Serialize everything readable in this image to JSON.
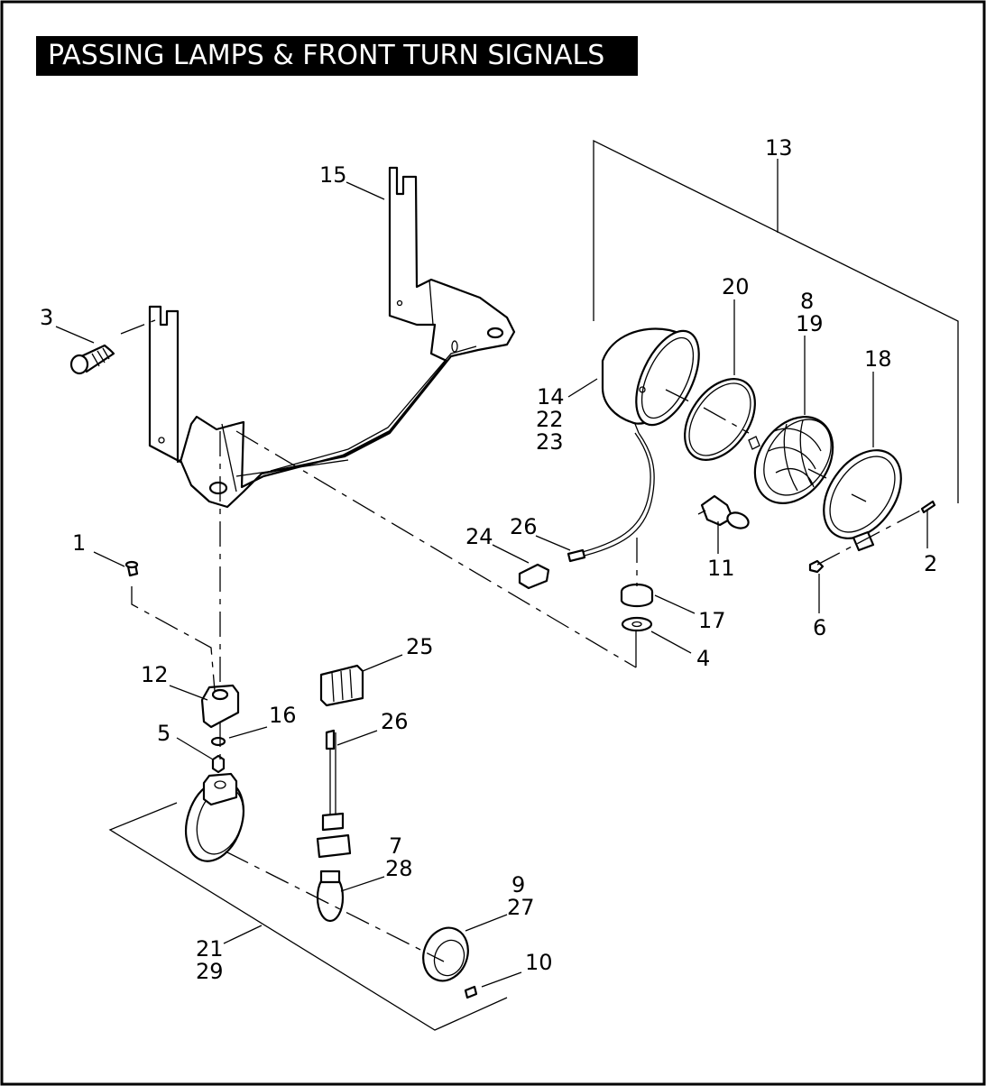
{
  "title": "PASSING LAMPS & FRONT TURN SIGNALS",
  "callouts": {
    "c1": "1",
    "c2": "2",
    "c3": "3",
    "c4": "4",
    "c5": "5",
    "c6": "6",
    "c7": "7",
    "c28": "28",
    "c8": "8",
    "c19": "19",
    "c9": "9",
    "c27": "27",
    "c10": "10",
    "c11": "11",
    "c12": "12",
    "c13": "13",
    "c14": "14",
    "c22": "22",
    "c23": "23",
    "c15": "15",
    "c16": "16",
    "c17": "17",
    "c18": "18",
    "c20": "20",
    "c21": "21",
    "c29": "29",
    "c24": "24",
    "c25": "25",
    "c26a": "26",
    "c26b": "26"
  }
}
